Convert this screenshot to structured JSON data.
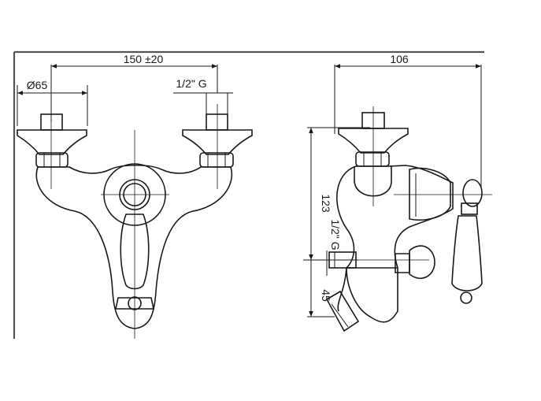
{
  "front_view": {
    "overall_width_label": "150 ±20",
    "rosette_diameter_label": "Ø65",
    "inlet_thread_label": "1/2\" G"
  },
  "side_view": {
    "depth_label": "106",
    "height_label": "123",
    "outlet_thread_label": "1/2\" G",
    "outlet_offset_label": "45"
  }
}
